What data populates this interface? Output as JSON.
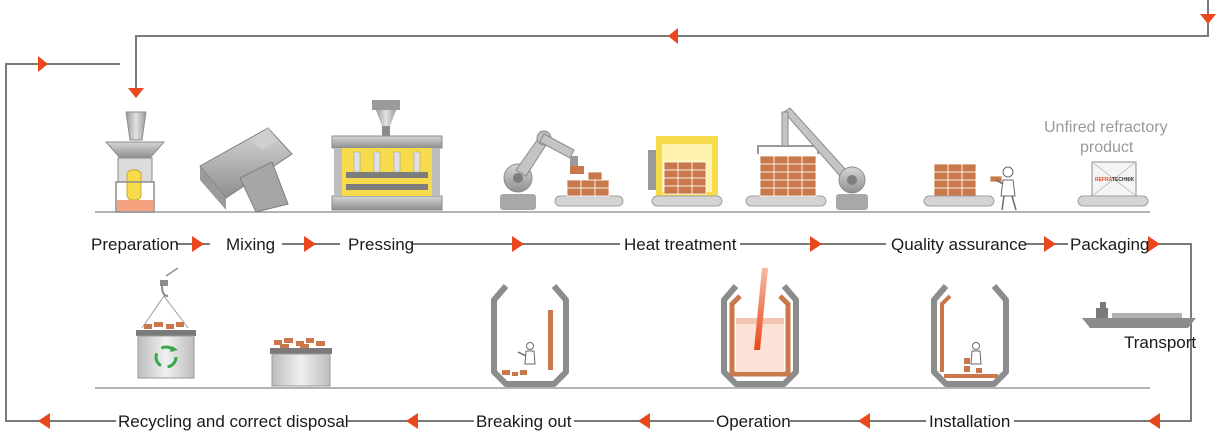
{
  "colors": {
    "accent": "#e8481c",
    "line": "#7a7a7a",
    "metal": "#b8b8b8",
    "metal_dark": "#8c8c8c",
    "brick": "#c8784a",
    "brick_light": "#e3a57c",
    "belt": "#d4d4d4",
    "frame_yellow": "#f6dc4d",
    "recycle_green": "#3aa64a"
  },
  "icons": {
    "preparation": "hopper-icon",
    "mixing": "mixer-icon",
    "pressing": "press-icon",
    "heat_treatment": "robot-kiln-icon",
    "quality_assurance": "inspection-icon",
    "packaging": "crate-icon",
    "transport": "ship-icon",
    "installation": "ladle-installation-icon",
    "operation": "ladle-operation-icon",
    "breaking_out": "ladle-breaking-icon",
    "recycling": "recycling-bin-icon"
  },
  "top_process": [
    {
      "key": "preparation",
      "label": "Preparation"
    },
    {
      "key": "mixing",
      "label": "Mixing"
    },
    {
      "key": "pressing",
      "label": "Pressing"
    },
    {
      "key": "heat_treatment",
      "label": "Heat treatment"
    },
    {
      "key": "quality_assurance",
      "label": "Quality assurance"
    },
    {
      "key": "packaging",
      "label": "Packaging"
    }
  ],
  "bottom_process": [
    {
      "key": "installation",
      "label": "Installation"
    },
    {
      "key": "operation",
      "label": "Operation"
    },
    {
      "key": "breaking_out",
      "label": "Breaking out"
    },
    {
      "key": "recycling",
      "label": "Recycling and correct disposal"
    }
  ],
  "transport_label": "Transport",
  "packaging_note": {
    "line1": "Unfired refractory",
    "line2": "product"
  },
  "brand_mark": {
    "left": "REFRA",
    "right": "TECHNIK"
  }
}
